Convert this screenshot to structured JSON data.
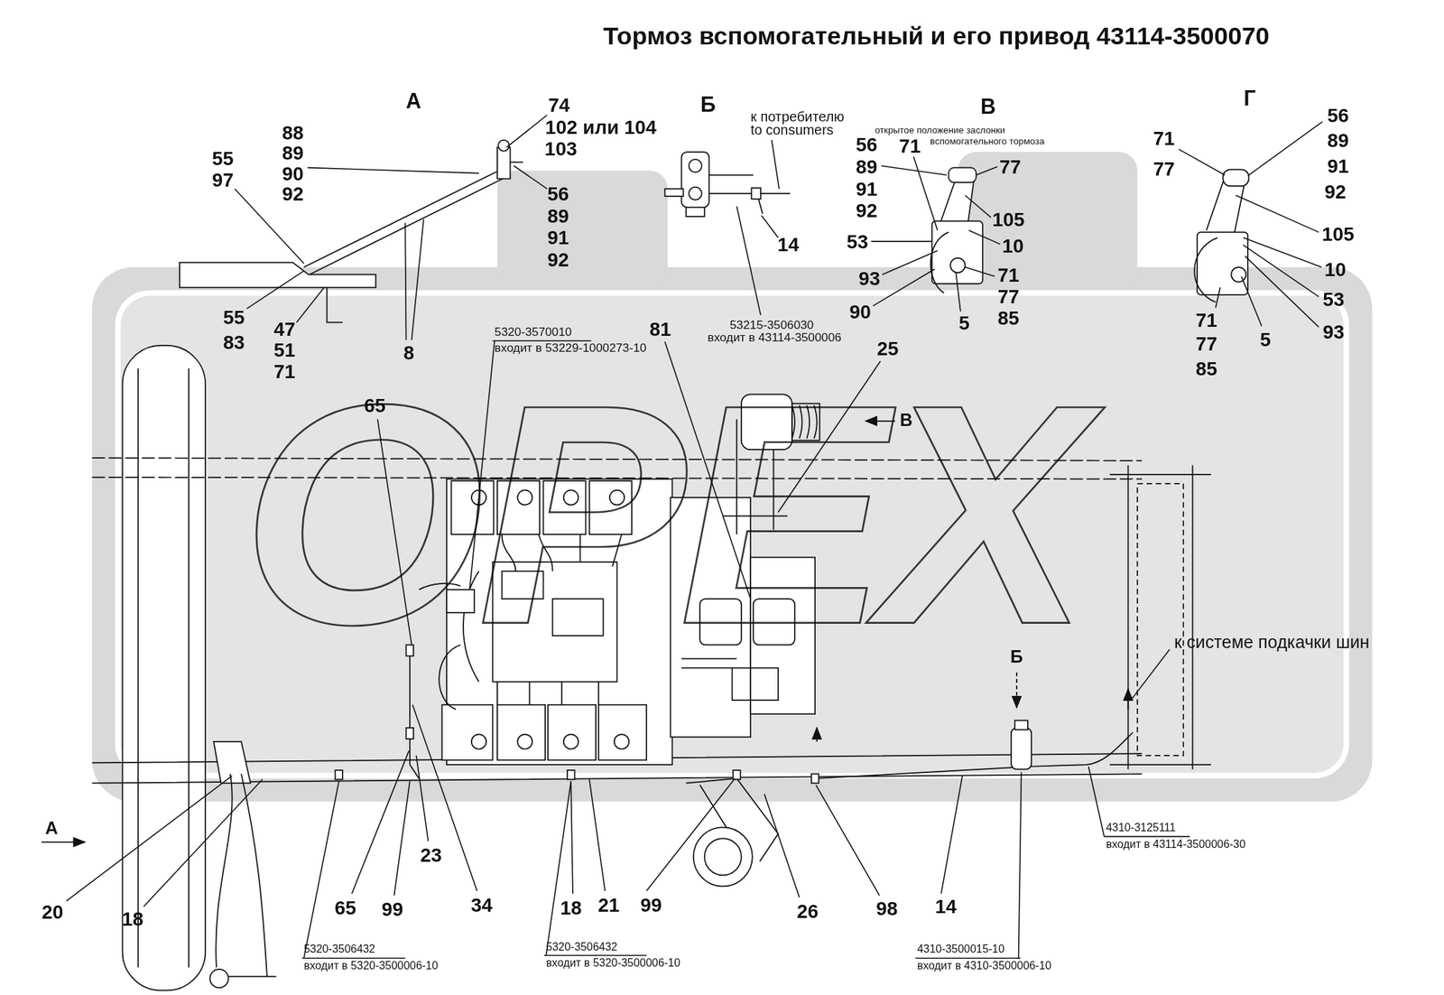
{
  "diagram": {
    "title": "Тормоз вспомогательный и его привод 43114-3500070",
    "labels": [
      "OPEX",
      "А",
      "74",
      "102 или 104",
      "103",
      "88",
      "89",
      "90",
      "92",
      "55",
      "97",
      "56",
      "89",
      "91",
      "92",
      "55",
      "83",
      "47",
      "51",
      "71",
      "8",
      "Б",
      "к потребителю",
      "to consumers",
      "14",
      "53215-3506030",
      "входит в 43114-3500006",
      "В",
      "открытое положение заслонки",
      "вспомогательного тормоза",
      "56",
      "71",
      "89",
      "91",
      "92",
      "77",
      "105",
      "10",
      "53",
      "93",
      "90",
      "71",
      "77",
      "85",
      "5",
      "Г",
      "56",
      "71",
      "89",
      "77",
      "91",
      "92",
      "105",
      "10",
      "53",
      "93",
      "71",
      "77",
      "85",
      "5",
      "5320-3570010",
      "входит в 53229-1000273-10",
      "81",
      "25",
      "65",
      "В",
      "Б",
      "к системе подкачки шин",
      "4310-3125111",
      "входит в 43114-3500006-30",
      "А",
      "20",
      "18",
      "65",
      "99",
      "23",
      "34",
      "18",
      "21",
      "99",
      "26",
      "98",
      "14",
      "5320-3506432",
      "входит в 5320-3500006-10",
      "5320-3506432",
      "входит в 5320-3500006-10",
      "4310-3500015-10",
      "входит в 4310-3500006-10"
    ]
  }
}
